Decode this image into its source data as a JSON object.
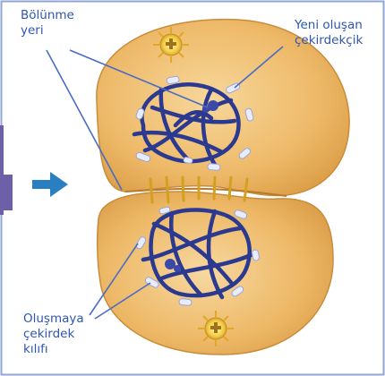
{
  "labels": {
    "division_site": {
      "line1": "Bölünme",
      "line2": "yeri"
    },
    "new_nucleolus": {
      "line1": "Yeni oluşan",
      "line2": "çekirdekçik"
    },
    "forming_envelope": {
      "line1": "Oluşmaya",
      "line2": "çekirdek",
      "line3": "kılıfı"
    }
  },
  "colors": {
    "frame_border": "#8fa6d6",
    "cell_fill": "#edb766",
    "cell_edge": "#c98c3a",
    "chromatin": "#2b3990",
    "leader_line": "#4a6cc4",
    "label_text": "#2f56b0",
    "arrow": "#2a7fc1",
    "edge_bar": "#6d5fa8"
  },
  "icons": {
    "direction_arrow": "right-arrow-icon",
    "centrosome": "sunburst-centrosome-icon"
  }
}
